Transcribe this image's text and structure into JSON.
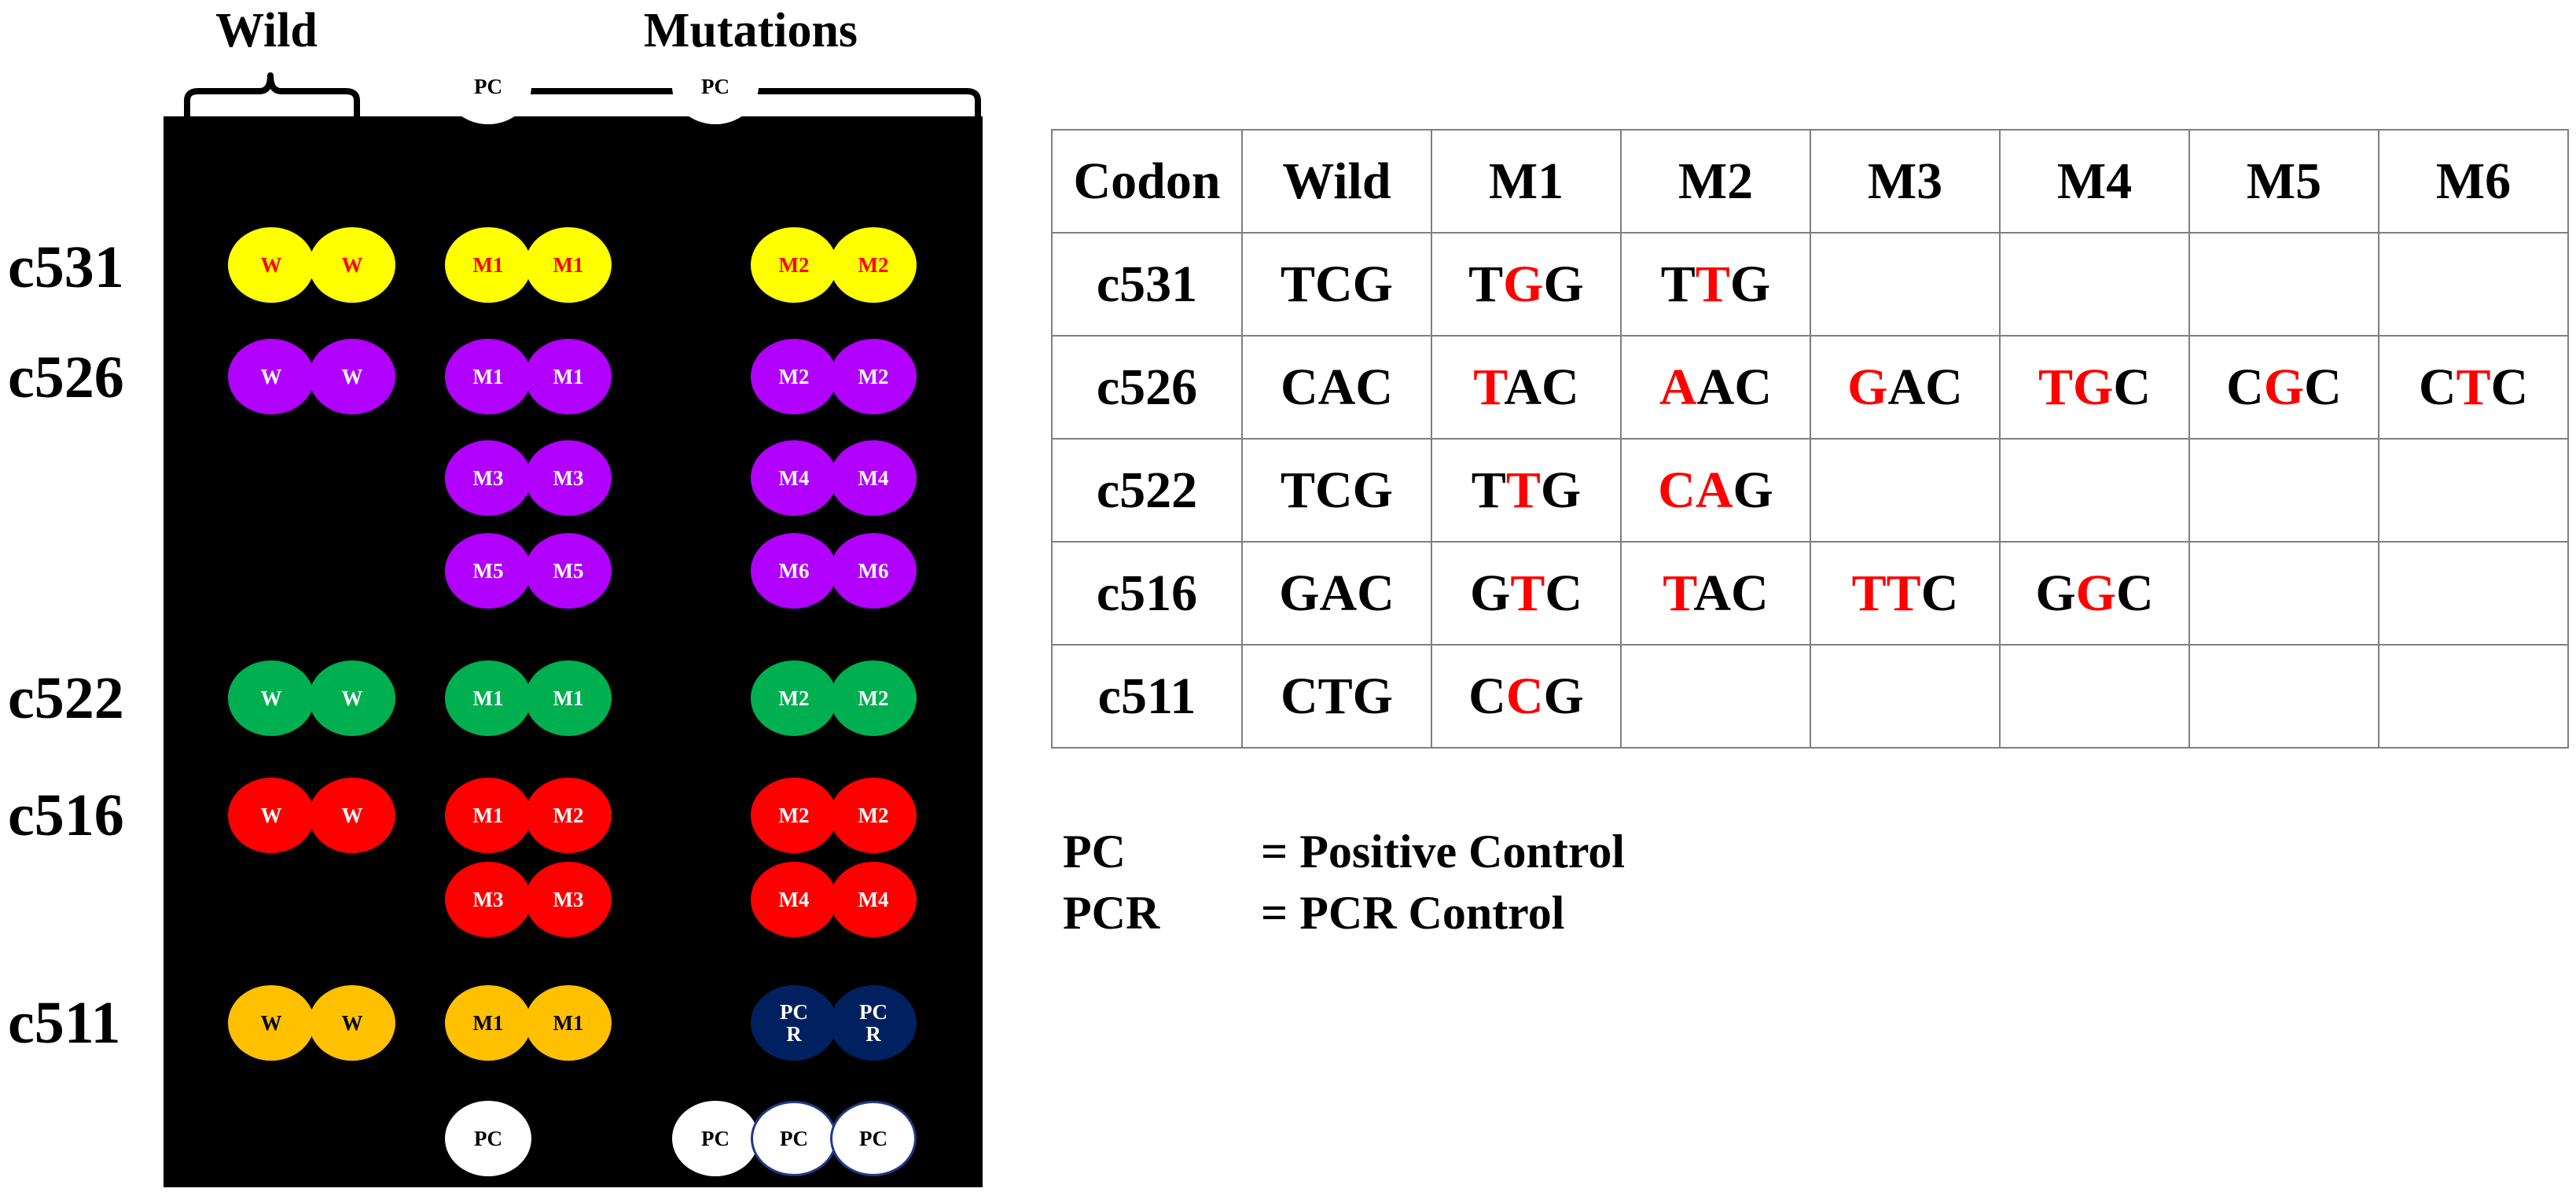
{
  "groups": {
    "wild": "Wild",
    "mutations": "Mutations"
  },
  "codon_labels": [
    "c531",
    "c526",
    "c522",
    "c516",
    "c511"
  ],
  "colors": {
    "yellow": "#ffff00",
    "purple": "#b200ff",
    "green": "#00b050",
    "red": "#ff0000",
    "orange": "#ffc000",
    "navy": "#002060",
    "white": "#ffffff",
    "highlight_red": "#ff0000"
  },
  "spots": [
    {
      "label": "PC",
      "fill": "white",
      "text": "black"
    },
    {
      "label": "PC",
      "fill": "white",
      "text": "black"
    },
    {
      "label": "W",
      "fill": "yellow",
      "text": "red"
    },
    {
      "label": "W",
      "fill": "yellow",
      "text": "red"
    },
    {
      "label": "M1",
      "fill": "yellow",
      "text": "red"
    },
    {
      "label": "M1",
      "fill": "yellow",
      "text": "red"
    },
    {
      "label": "M2",
      "fill": "yellow",
      "text": "red"
    },
    {
      "label": "M2",
      "fill": "yellow",
      "text": "red"
    },
    {
      "label": "W",
      "fill": "purple",
      "text": "white"
    },
    {
      "label": "W",
      "fill": "purple",
      "text": "white"
    },
    {
      "label": "M1",
      "fill": "purple",
      "text": "white"
    },
    {
      "label": "M1",
      "fill": "purple",
      "text": "white"
    },
    {
      "label": "M2",
      "fill": "purple",
      "text": "white"
    },
    {
      "label": "M2",
      "fill": "purple",
      "text": "white"
    },
    {
      "label": "M3",
      "fill": "purple",
      "text": "white"
    },
    {
      "label": "M3",
      "fill": "purple",
      "text": "white"
    },
    {
      "label": "M4",
      "fill": "purple",
      "text": "white"
    },
    {
      "label": "M4",
      "fill": "purple",
      "text": "white"
    },
    {
      "label": "M5",
      "fill": "purple",
      "text": "white"
    },
    {
      "label": "M5",
      "fill": "purple",
      "text": "white"
    },
    {
      "label": "M6",
      "fill": "purple",
      "text": "white"
    },
    {
      "label": "M6",
      "fill": "purple",
      "text": "white"
    },
    {
      "label": "W",
      "fill": "green",
      "text": "white"
    },
    {
      "label": "W",
      "fill": "green",
      "text": "white"
    },
    {
      "label": "M1",
      "fill": "green",
      "text": "white"
    },
    {
      "label": "M1",
      "fill": "green",
      "text": "white"
    },
    {
      "label": "M2",
      "fill": "green",
      "text": "white"
    },
    {
      "label": "M2",
      "fill": "green",
      "text": "white"
    },
    {
      "label": "W",
      "fill": "red",
      "text": "white"
    },
    {
      "label": "W",
      "fill": "red",
      "text": "white"
    },
    {
      "label": "M1",
      "fill": "red",
      "text": "white"
    },
    {
      "label": "M2",
      "fill": "red",
      "text": "white"
    },
    {
      "label": "M2",
      "fill": "red",
      "text": "white"
    },
    {
      "label": "M2",
      "fill": "red",
      "text": "white"
    },
    {
      "label": "M3",
      "fill": "red",
      "text": "white"
    },
    {
      "label": "M3",
      "fill": "red",
      "text": "white"
    },
    {
      "label": "M4",
      "fill": "red",
      "text": "white"
    },
    {
      "label": "M4",
      "fill": "red",
      "text": "white"
    },
    {
      "label": "W",
      "fill": "orange",
      "text": "black"
    },
    {
      "label": "W",
      "fill": "orange",
      "text": "black"
    },
    {
      "label": "M1",
      "fill": "orange",
      "text": "black"
    },
    {
      "label": "M1",
      "fill": "orange",
      "text": "black"
    },
    {
      "label": "PC\nR",
      "fill": "navy",
      "text": "white"
    },
    {
      "label": "PC\nR",
      "fill": "navy",
      "text": "white"
    },
    {
      "label": "PC",
      "fill": "white",
      "text": "black"
    },
    {
      "label": "PC",
      "fill": "white",
      "text": "black"
    },
    {
      "label": "PC",
      "fill": "white",
      "text": "black",
      "outline": true
    },
    {
      "label": "PC",
      "fill": "white",
      "text": "black",
      "outline": true
    }
  ],
  "table": {
    "headers": [
      "Codon",
      "Wild",
      "M1",
      "M2",
      "M3",
      "M4",
      "M5",
      "M6"
    ],
    "rows": [
      [
        "c531",
        "TCG",
        "T[G]G",
        "T[T]G",
        "",
        "",
        "",
        ""
      ],
      [
        "c526",
        "CAC",
        "[T]AC",
        "[A]AC",
        "[G]AC",
        "[TG]C",
        "C[G]C",
        "C[T]C"
      ],
      [
        "c522",
        "TCG",
        "T[T]G",
        "[CA]G",
        "",
        "",
        "",
        ""
      ],
      [
        "c516",
        "GAC",
        "G[T]C",
        "[T]AC",
        "[TT]C",
        "G[G]C",
        "",
        ""
      ],
      [
        "c511",
        "CTG",
        "C[C]G",
        "",
        "",
        "",
        "",
        ""
      ]
    ]
  },
  "legend": [
    {
      "abbr": "PC",
      "desc": "= Positive Control"
    },
    {
      "abbr": "PCR",
      "desc": "= PCR Control"
    }
  ]
}
